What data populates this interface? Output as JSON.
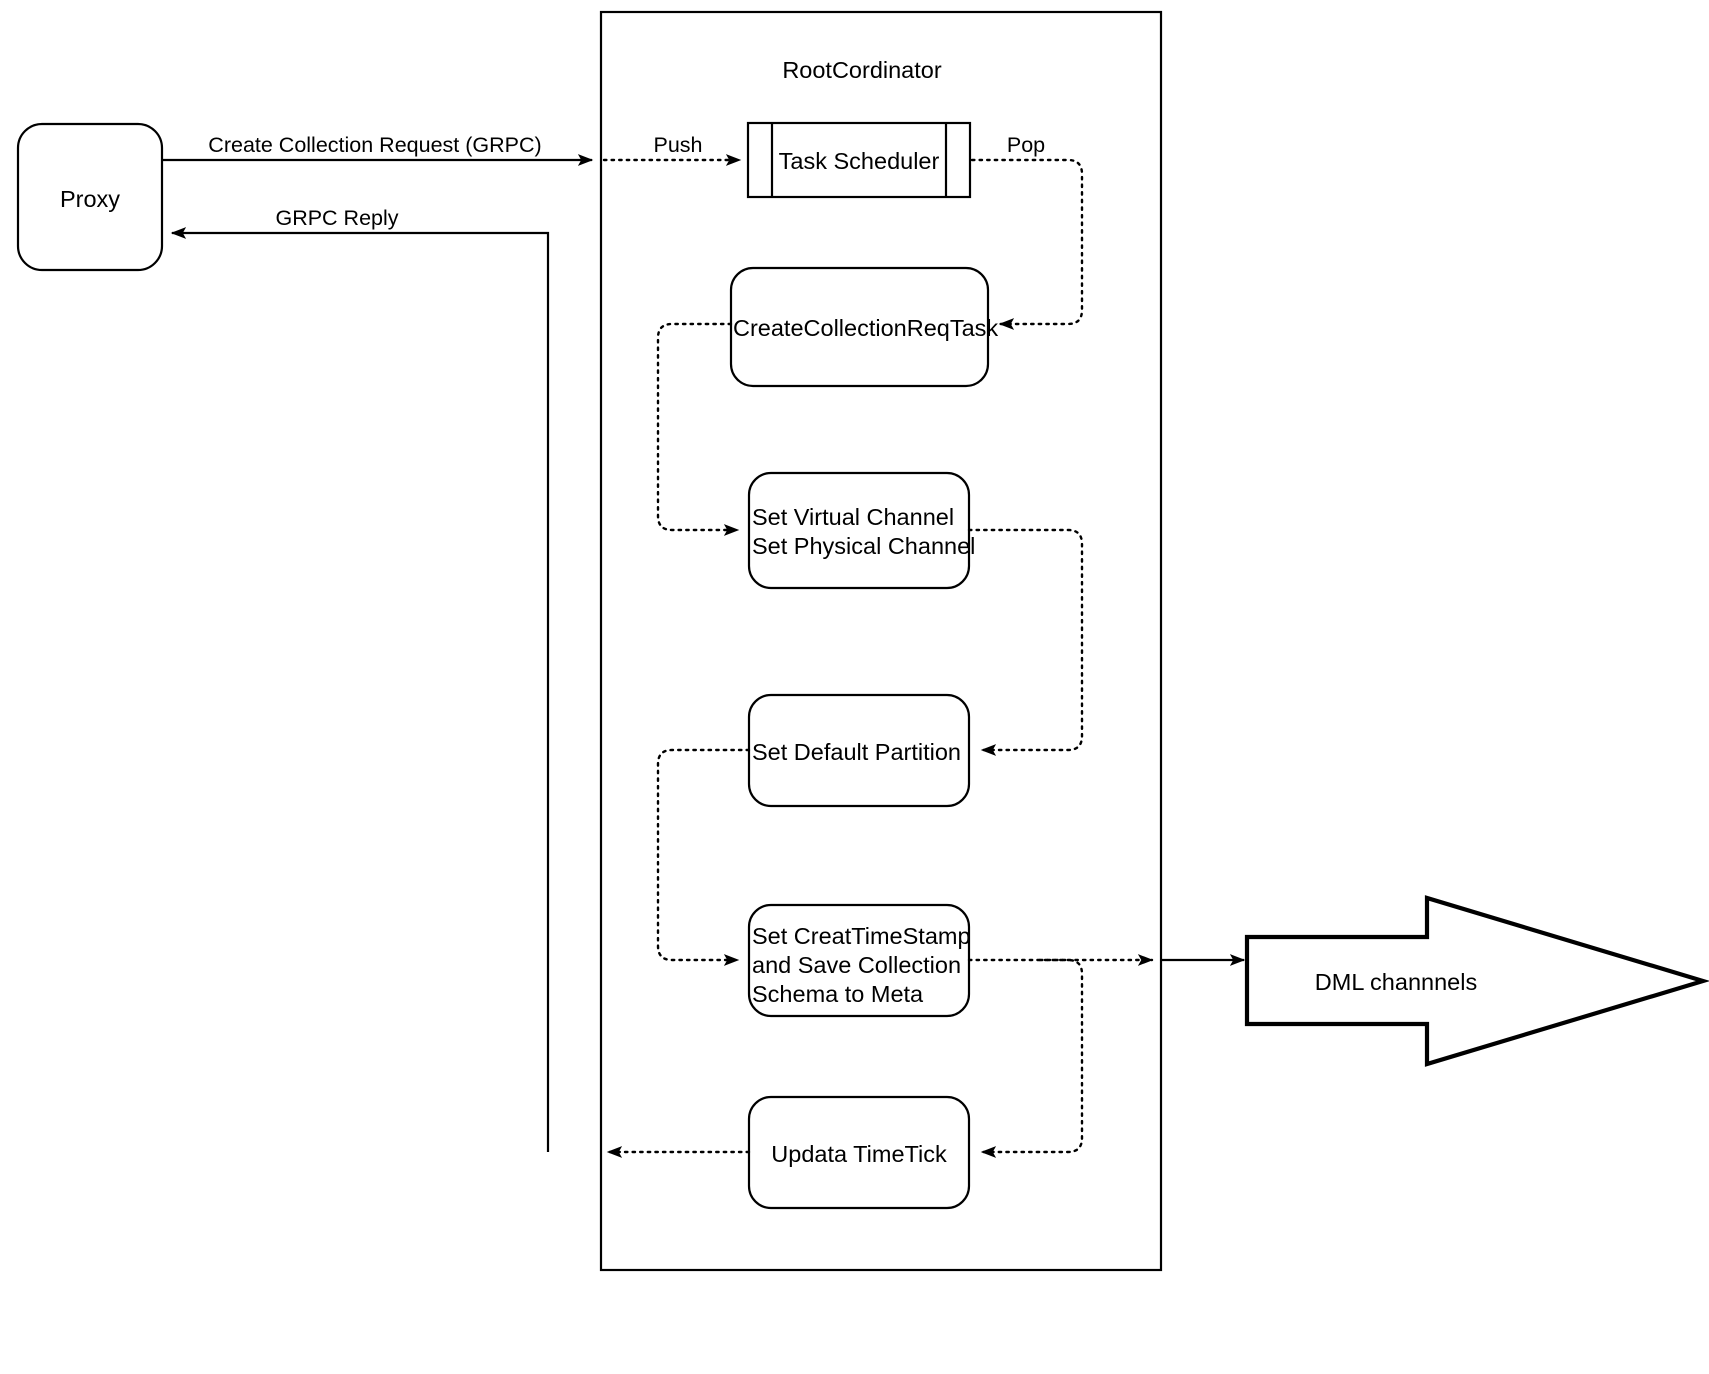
{
  "diagram": {
    "title_visible": false,
    "colors": {
      "stroke": "#000000",
      "fill": "#ffffff",
      "text": "#000000"
    },
    "container": {
      "label": "RootCordinator"
    },
    "nodes": {
      "proxy": {
        "label": "Proxy",
        "shape": "rounded-rect"
      },
      "task_scheduler": {
        "label": "Task Scheduler",
        "shape": "process"
      },
      "create_collection_req_task": {
        "label": "CreateCollectionReqTask",
        "shape": "rounded-rect"
      },
      "set_channel": {
        "label_line1": "Set Virtual Channel",
        "label_line2": "Set Physical Channel",
        "shape": "rounded-rect"
      },
      "set_default_partition": {
        "label": "Set Default Partition",
        "shape": "rounded-rect"
      },
      "set_timestamp": {
        "label_line1": "Set CreatTimeStamp",
        "label_line2": "and Save Collection",
        "label_line3": "Schema to Meta",
        "shape": "rounded-rect"
      },
      "update_timetick": {
        "label": "Updata TimeTick",
        "shape": "rounded-rect"
      },
      "dml_channels": {
        "label": "DML channnels",
        "shape": "block-arrow-right"
      }
    },
    "edges": {
      "create_collection_request": {
        "label": "Create Collection Request (GRPC)",
        "style": "solid",
        "from": "proxy",
        "to": "rootcordinator"
      },
      "grpc_reply": {
        "label": "GRPC Reply",
        "style": "solid",
        "from": "rootcordinator",
        "to": "proxy"
      },
      "push": {
        "label": "Push",
        "style": "dotted",
        "from": "rootcordinator-edge",
        "to": "task_scheduler"
      },
      "pop": {
        "label": "Pop",
        "style": "dotted",
        "from": "task_scheduler",
        "to": "create_collection_req_task"
      },
      "task_to_channel": {
        "label": "",
        "style": "dotted",
        "from": "create_collection_req_task",
        "to": "set_channel"
      },
      "channel_to_partition": {
        "label": "",
        "style": "dotted",
        "from": "set_channel",
        "to": "set_default_partition"
      },
      "partition_to_timestamp": {
        "label": "",
        "style": "dotted",
        "from": "set_default_partition",
        "to": "set_timestamp"
      },
      "timestamp_to_timetick": {
        "label": "",
        "style": "dotted",
        "from": "set_timestamp",
        "to": "update_timetick"
      },
      "timestamp_to_dml": {
        "label": "",
        "style": "dotted-then-solid",
        "from": "set_timestamp",
        "to": "dml_channels"
      },
      "timetick_out": {
        "label": "",
        "style": "dotted",
        "from": "update_timetick",
        "to": "grpc_reply_line"
      }
    }
  }
}
